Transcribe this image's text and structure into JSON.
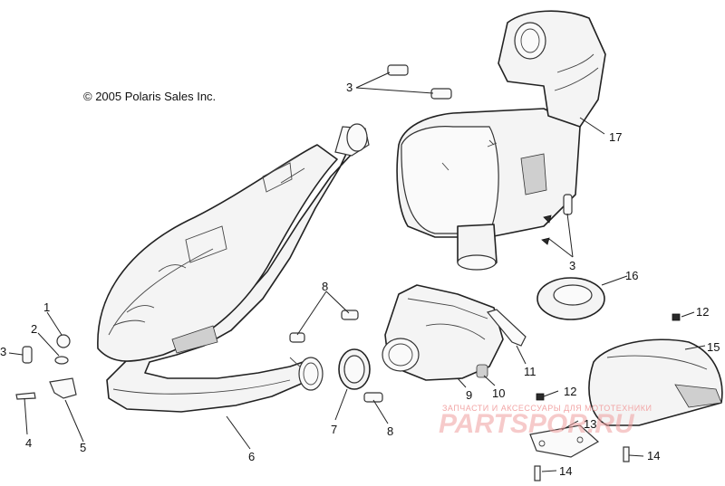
{
  "copyright": "© 2005 Polaris Sales Inc.",
  "watermark": {
    "subtitle": "ЗАПЧАСТИ И АКСЕССУАРЫ ДЛЯ МОТОТЕХНИКИ",
    "logo_text": "PARTSPOR.RU",
    "color": "#f0a0a0"
  },
  "callouts": {
    "c1": "1",
    "c2": "2",
    "c3a": "3",
    "c3b": "3",
    "c3c": "3",
    "c4": "4",
    "c5": "5",
    "c6": "6",
    "c7": "7",
    "c8a": "8",
    "c8b": "8",
    "c9": "9",
    "c10": "10",
    "c11": "11",
    "c12a": "12",
    "c12b": "12",
    "c13": "13",
    "c14a": "14",
    "c14b": "14",
    "c15": "15",
    "c16": "16",
    "c17": "17"
  }
}
